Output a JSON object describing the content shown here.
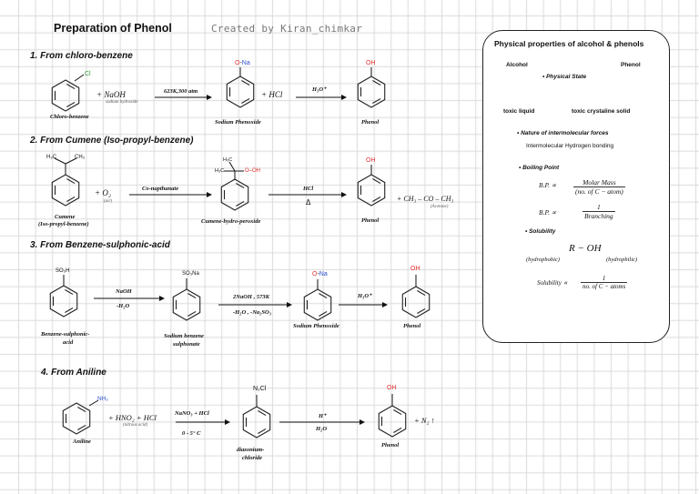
{
  "title": "Preparation of Phenol",
  "credit": "Created by Kiran_chimkar",
  "sections": {
    "chloro": {
      "heading": "1.  From chloro-benzene",
      "reactant_label": "Chloro-benzene",
      "substituent": "Cl",
      "reagent": "+ NaOH",
      "reagent_note": "sodium hydroxide",
      "condition": "623K,300 atm",
      "intermediate_label": "Sodium Phenoxide",
      "intermediate_o": "O",
      "intermediate_na": "Na",
      "byproduct": "+ HCl",
      "step2_condition": "H₃O⁺",
      "product_label": "Phenol",
      "product_group": "OH"
    },
    "cumene": {
      "heading": "2. From Cumene (Iso-propyl-benzene)",
      "reactant_label_1": "Cumene",
      "reactant_label_2": "(Iso-propyl-benzene)",
      "methyl_left": "H₃C",
      "methyl_right": "CH₃",
      "reagent": "+ O₂",
      "reagent_note": "(air)",
      "condition": "Co-napthanate",
      "intermediate_label": "Cumene-hydro-peroxide",
      "intermediate_top": "H₃C",
      "intermediate_left": "H₃C",
      "intermediate_group": "O–OH",
      "step2_condition": "HCl",
      "step2_sub": "Δ",
      "product_label": "Phenol",
      "product_group": "OH",
      "byproduct": "+ CH₃ – CO – CH₃",
      "byproduct_note": "(Acetone)"
    },
    "sulphonic": {
      "heading": "3. From Benzene-sulphonic-acid",
      "reactant_group": "SO₃H",
      "reactant_label_1": "Benzene-sulphonic-",
      "reactant_label_2": "acid",
      "condition": "NaOH",
      "condition_sub": "-H₂O",
      "intermediate_group": "SO₃Na",
      "intermediate_label_1": "Sodium benzene",
      "intermediate_label_2": "sulphonate",
      "step2_condition": "2NaOH , 573K",
      "step2_sub": "-H₂O , -Na₂SO₃",
      "phenoxide_label": "Sodium Phenoxide",
      "phenoxide_o": "O",
      "phenoxide_na": "Na",
      "step3_condition": "H₃O⁺",
      "product_label": "Phenol",
      "product_group": "OH"
    },
    "aniline": {
      "heading": "4. From Aniline",
      "reactant_group": "NH₂",
      "reactant_label": "Aniline",
      "reagent": "+ HNO₂ + HCl",
      "reagent_note": "(nitrous acid)",
      "condition": "NaNO₃ + HCl",
      "condition_sub": "0 - 5° C",
      "intermediate_group": "N₂Cl",
      "intermediate_label_1": "diazonium-",
      "intermediate_label_2": "chloride",
      "step2_condition": "H⁺",
      "step2_sub": "H₂O",
      "product_label": "Phenol",
      "product_group": "OH",
      "byproduct": "+ N₂ ↑"
    }
  },
  "properties": {
    "title": "Physical properties of alcohol & phenols",
    "alcohol": "Alcohol",
    "phenol": "Phenol",
    "physical_state": "Physical State",
    "alcohol_state": "toxic liquid",
    "phenol_state": "toxic  crystaline solid",
    "intermolecular": "Nature of intermolecular forces",
    "hbond": "Intermolecular Hydrogen bonding",
    "boiling": "Boiling Point",
    "bp1_left": "B.P. ∝",
    "bp1_num": "Molar Mass",
    "bp1_den": "(no. of C − atom)",
    "bp2_left": "B.P. ∝",
    "bp2_num": "1",
    "bp2_den": "Branching",
    "solubility": "Solubility",
    "roh": "R − OH",
    "hydrophobic": "(hydrophobic)",
    "hydrophilic": "(hydrophilic)",
    "sol_left": "Solubility ∝",
    "sol_num": "1",
    "sol_den": "no. of C − atoms"
  },
  "colors": {
    "grid": "#d9d9d9",
    "oxygen": "#e53030",
    "sodium": "#2a4fd0",
    "chlorine": "#2e9b30",
    "nitrogen": "#2a4fd0"
  }
}
